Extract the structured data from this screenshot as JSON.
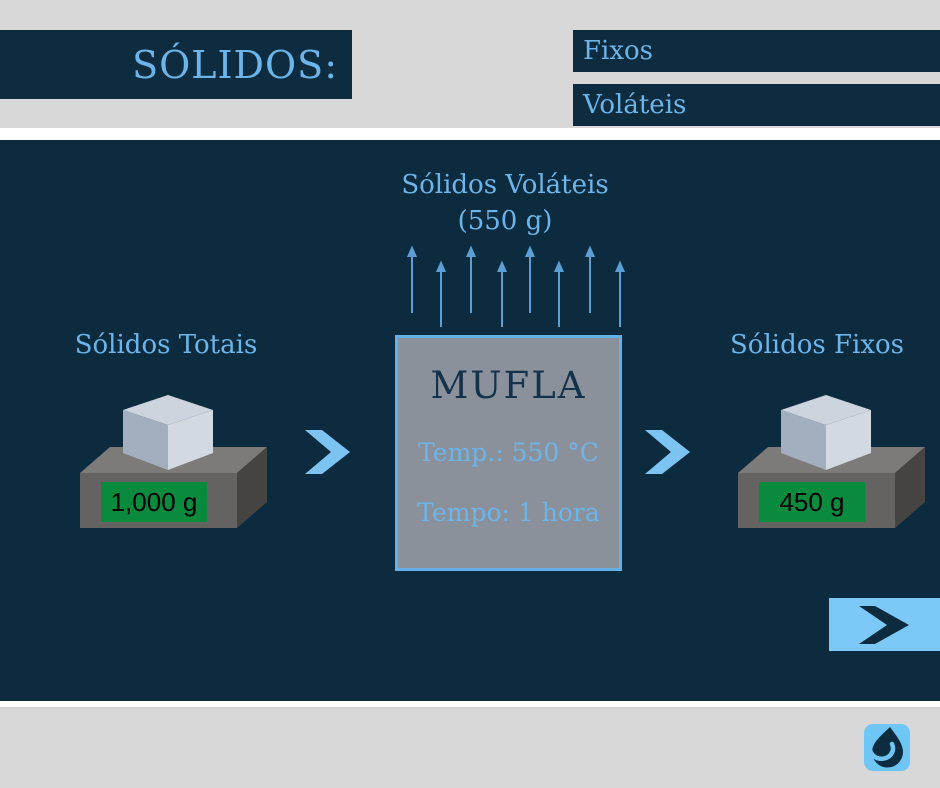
{
  "header": {
    "title": "SÓLIDOS:",
    "items": [
      {
        "label": "Fixos"
      },
      {
        "label": "Voláteis"
      }
    ]
  },
  "diagram": {
    "volatiles": {
      "line1": "Sólidos Voláteis",
      "line2": "(550 g)"
    },
    "left_scale": {
      "label": "Sólidos Totais",
      "reading": "1,000 g"
    },
    "furnace": {
      "name": "MUFLA",
      "temperature": "Temp.: 550 °C",
      "time": "Tempo: 1 hora"
    },
    "right_scale": {
      "label": "Sólidos Fixos",
      "reading": "450 g"
    }
  },
  "icons": {
    "flow_arrow": "chevron-right",
    "next_button": "chevron-right",
    "evaporation": "up-arrows",
    "logo": "water-drop"
  },
  "colors": {
    "page_background": "#d8d8d8",
    "panel_navy": "#0d2b3e",
    "header_navy": "#0e2c3f",
    "accent_blue": "#6cb5ea",
    "chevron_blue": "#7cc3f2",
    "mufla_fill": "#8b919b",
    "mufla_border": "#66b0e8",
    "mufla_text_dark": "#14324b",
    "display_green": "#0a8a3c",
    "logo_blue": "#6ec6f5"
  }
}
